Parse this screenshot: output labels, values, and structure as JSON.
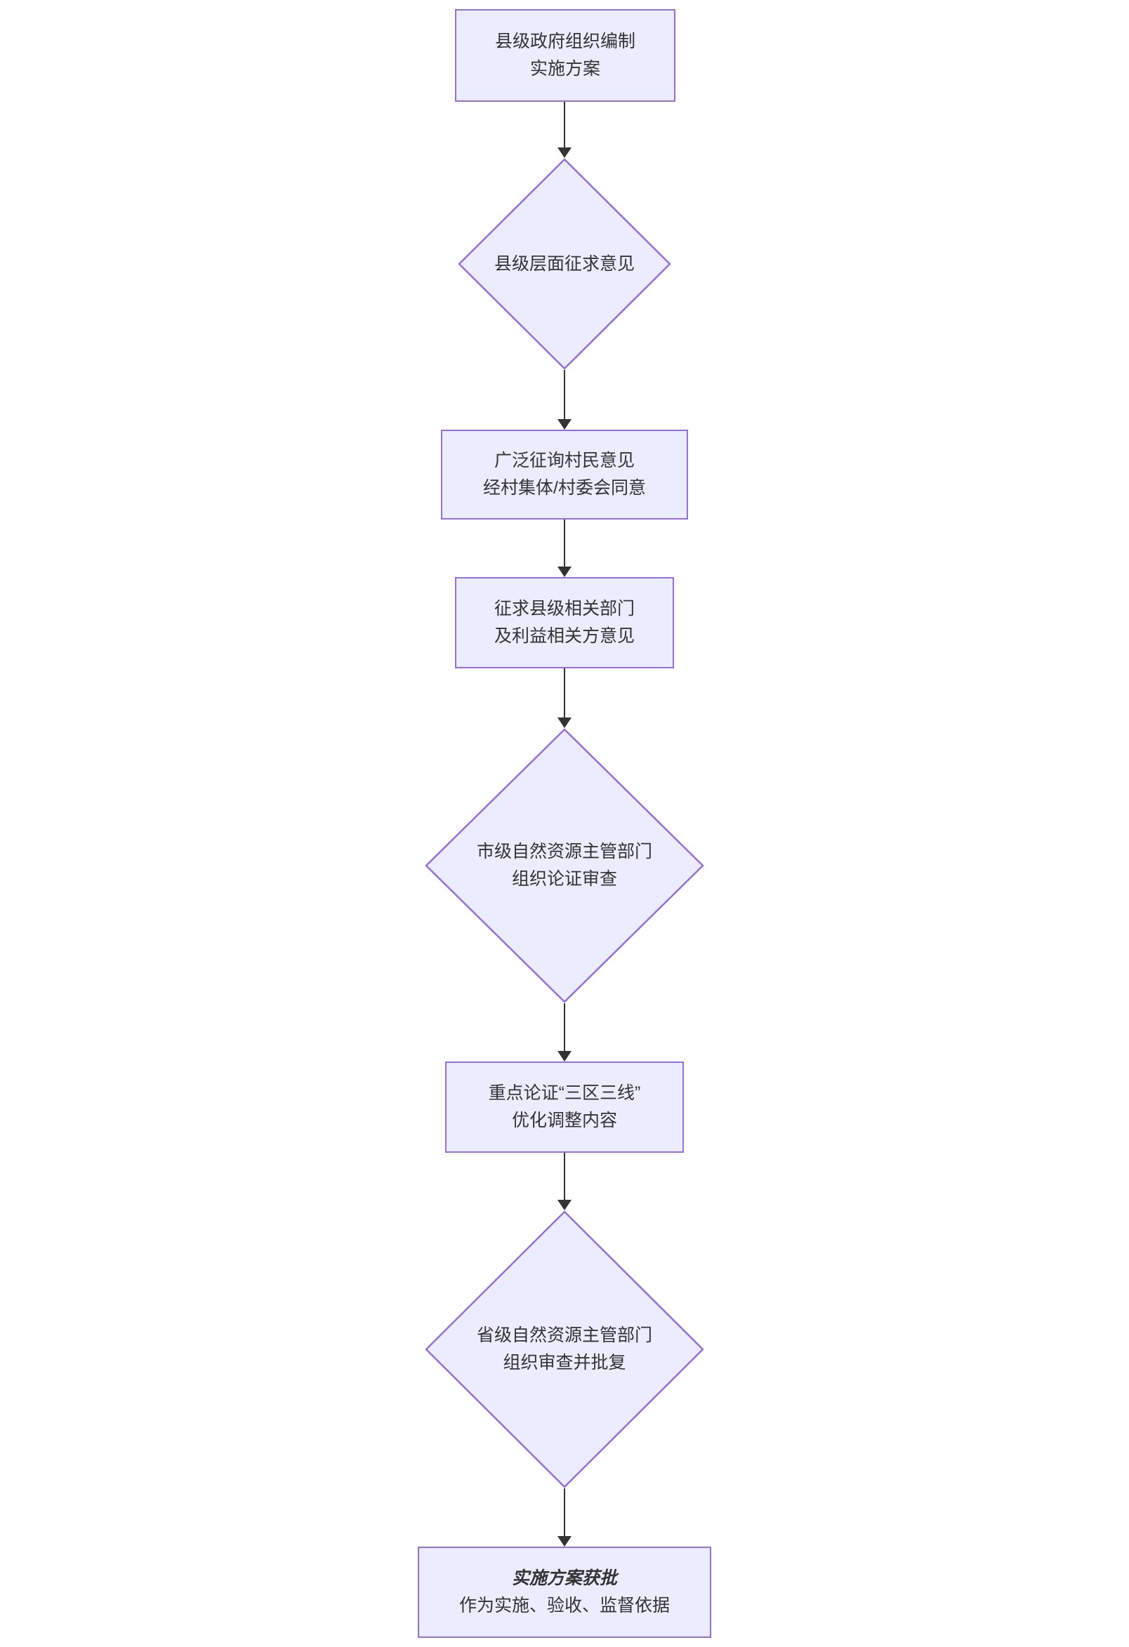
{
  "flowchart": {
    "type": "flowchart",
    "direction": "top-down",
    "colors": {
      "node_fill": "#ECECFF",
      "node_border": "#9370DB",
      "arrow": "#333333",
      "text": "#333333",
      "background": "#ffffff"
    },
    "nodes": [
      {
        "shape": "rectangle",
        "lines": [
          "县级政府组织编制",
          "实施方案"
        ]
      },
      {
        "shape": "diamond",
        "lines": [
          "县级层面征求意见"
        ]
      },
      {
        "shape": "rectangle",
        "lines": [
          "广泛征询村民意见",
          "经村集体/村委会同意"
        ]
      },
      {
        "shape": "rectangle",
        "lines": [
          "征求县级相关部门",
          "及利益相关方意见"
        ]
      },
      {
        "shape": "diamond",
        "lines": [
          "市级自然资源主管部门",
          "组织论证审查"
        ]
      },
      {
        "shape": "rectangle",
        "lines": [
          "重点论证“三区三线”",
          "优化调整内容"
        ]
      },
      {
        "shape": "diamond",
        "lines": [
          "省级自然资源主管部门",
          "组织审查并批复"
        ]
      },
      {
        "shape": "rectangle",
        "lines": [
          "实施方案获批",
          "作为实施、验收、监督依据"
        ],
        "emphasis_line": 0
      }
    ]
  }
}
